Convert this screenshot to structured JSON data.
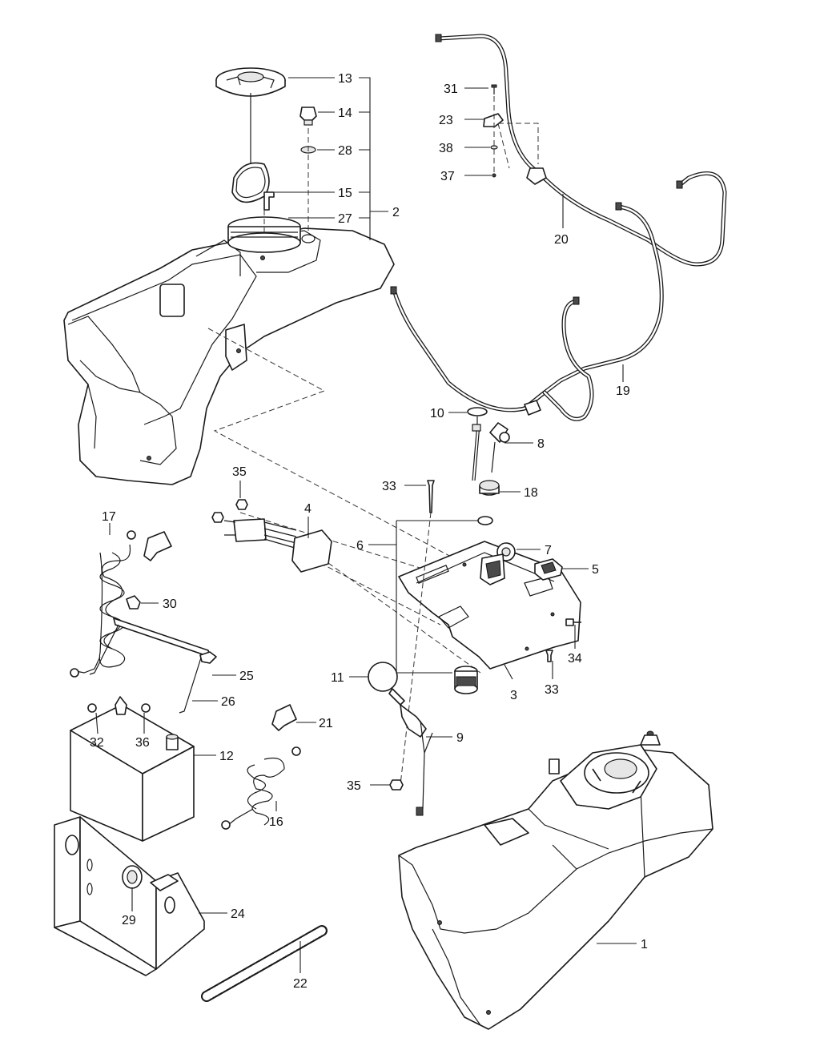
{
  "callouts": {
    "c1": "1",
    "c2": "2",
    "c3": "3",
    "c4": "4",
    "c5": "5",
    "c6": "6",
    "c7": "7",
    "c8": "8",
    "c9": "9",
    "c10": "10",
    "c11": "11",
    "c12": "12",
    "c13": "13",
    "c14": "14",
    "c15": "15",
    "c16": "16",
    "c17": "17",
    "c18": "18",
    "c19": "19",
    "c20": "20",
    "c21": "21",
    "c22": "22",
    "c23": "23",
    "c24": "24",
    "c25": "25",
    "c26": "26",
    "c27": "27",
    "c28": "28",
    "c29": "29",
    "c30": "30",
    "c31": "31",
    "c32": "32",
    "c33a": "33",
    "c33b": "33",
    "c34": "34",
    "c35a": "35",
    "c35b": "35",
    "c36": "36",
    "c37": "37",
    "c38": "38"
  }
}
